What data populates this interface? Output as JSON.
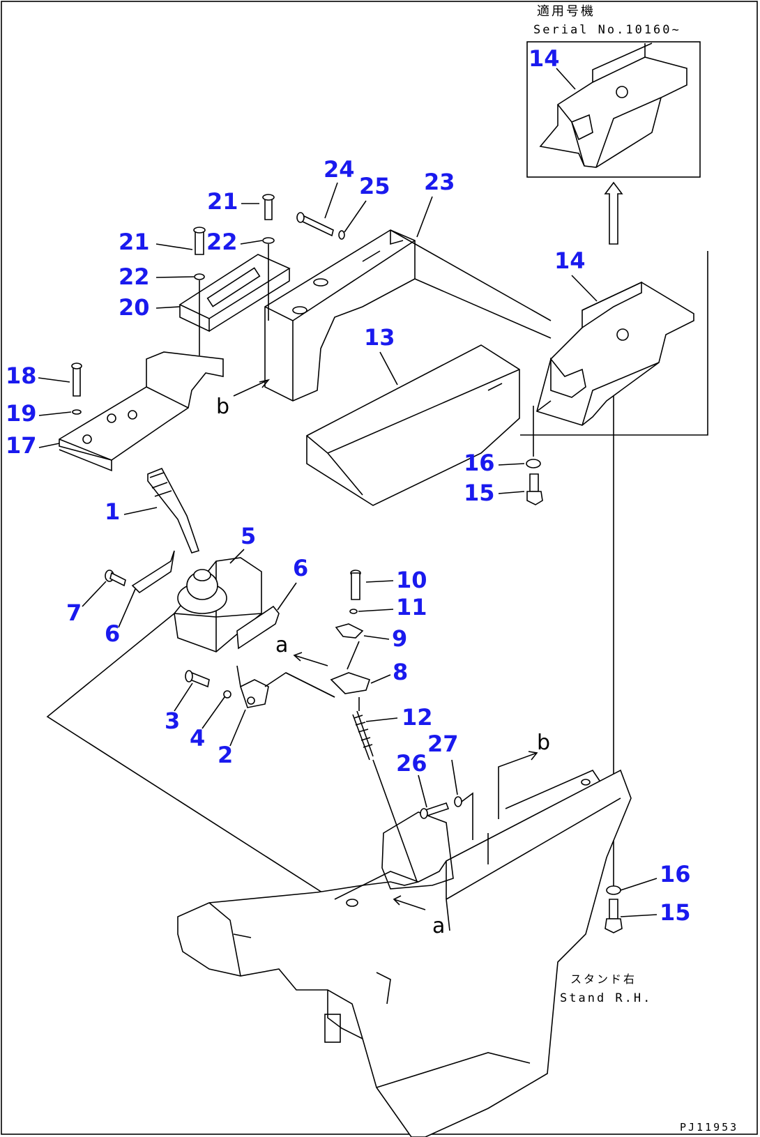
{
  "note": {
    "jp": "適用号機",
    "serial": "Serial No.10160~"
  },
  "stand": {
    "jp": "スタンド右",
    "en": "Stand R.H."
  },
  "refs": {
    "a": "a",
    "b": "b"
  },
  "drawing_no": "PJ11953",
  "parts": {
    "p1": "1",
    "p2": "2",
    "p3": "3",
    "p4": "4",
    "p5": "5",
    "p6a": "6",
    "p6b": "6",
    "p7": "7",
    "p8": "8",
    "p9": "9",
    "p10": "10",
    "p11": "11",
    "p12": "12",
    "p13": "13",
    "p14a": "14",
    "p14b": "14",
    "p15a": "15",
    "p15b": "15",
    "p16a": "16",
    "p16b": "16",
    "p17": "17",
    "p18": "18",
    "p19": "19",
    "p20": "20",
    "p21a": "21",
    "p21b": "21",
    "p22a": "22",
    "p22b": "22",
    "p23": "23",
    "p24": "24",
    "p25": "25",
    "p26": "26",
    "p27": "27"
  },
  "colors": {
    "label": "#1a1aee",
    "line": "#000000"
  }
}
